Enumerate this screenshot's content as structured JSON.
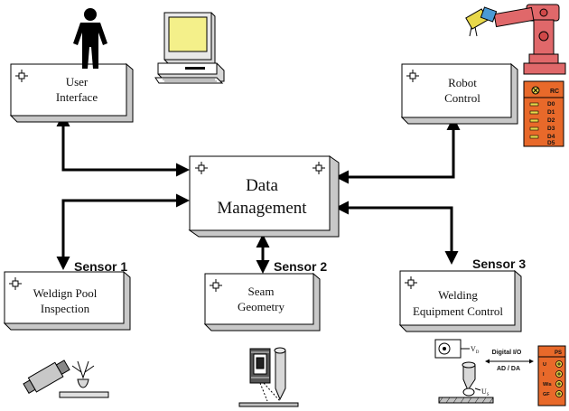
{
  "boxes": {
    "user_interface": {
      "line1": "User",
      "line2": "Interface"
    },
    "robot_control": {
      "line1": "Robot",
      "line2": "Control"
    },
    "data_management": {
      "line1": "Data",
      "line2": "Management"
    },
    "weld_pool": {
      "line1": "Weldign Pool",
      "line2": "Inspection"
    },
    "seam_geometry": {
      "line1": "Seam",
      "line2": "Geometry"
    },
    "welding_equipment": {
      "line1": "Welding",
      "line2": "Equipment Control"
    }
  },
  "sensors": {
    "s1": "Sensor 1",
    "s2": "Sensor 2",
    "s3": "Sensor 3"
  },
  "robot_controller": {
    "header": "RC",
    "ports": [
      "D0",
      "D1",
      "D2",
      "D3",
      "D4",
      "D5"
    ]
  },
  "welding_panel": {
    "header": "PS",
    "rows": [
      "U",
      "I",
      "Wis",
      "GF"
    ]
  },
  "welding_labels": {
    "digital_io": "Digital I/O",
    "ad_da": "AD / DA",
    "v_d": "V",
    "v_d_sub": "D",
    "u_s": "U",
    "u_s_sub": "S"
  },
  "colors": {
    "box_face": "#ffffff",
    "box_shadow": "#c8c8c8",
    "robot_red": "#e0686a",
    "robot_yellow": "#e8d84a",
    "controller_orange": "#e8692a",
    "monitor_screen": "#f4f08a",
    "line": "#000000"
  }
}
